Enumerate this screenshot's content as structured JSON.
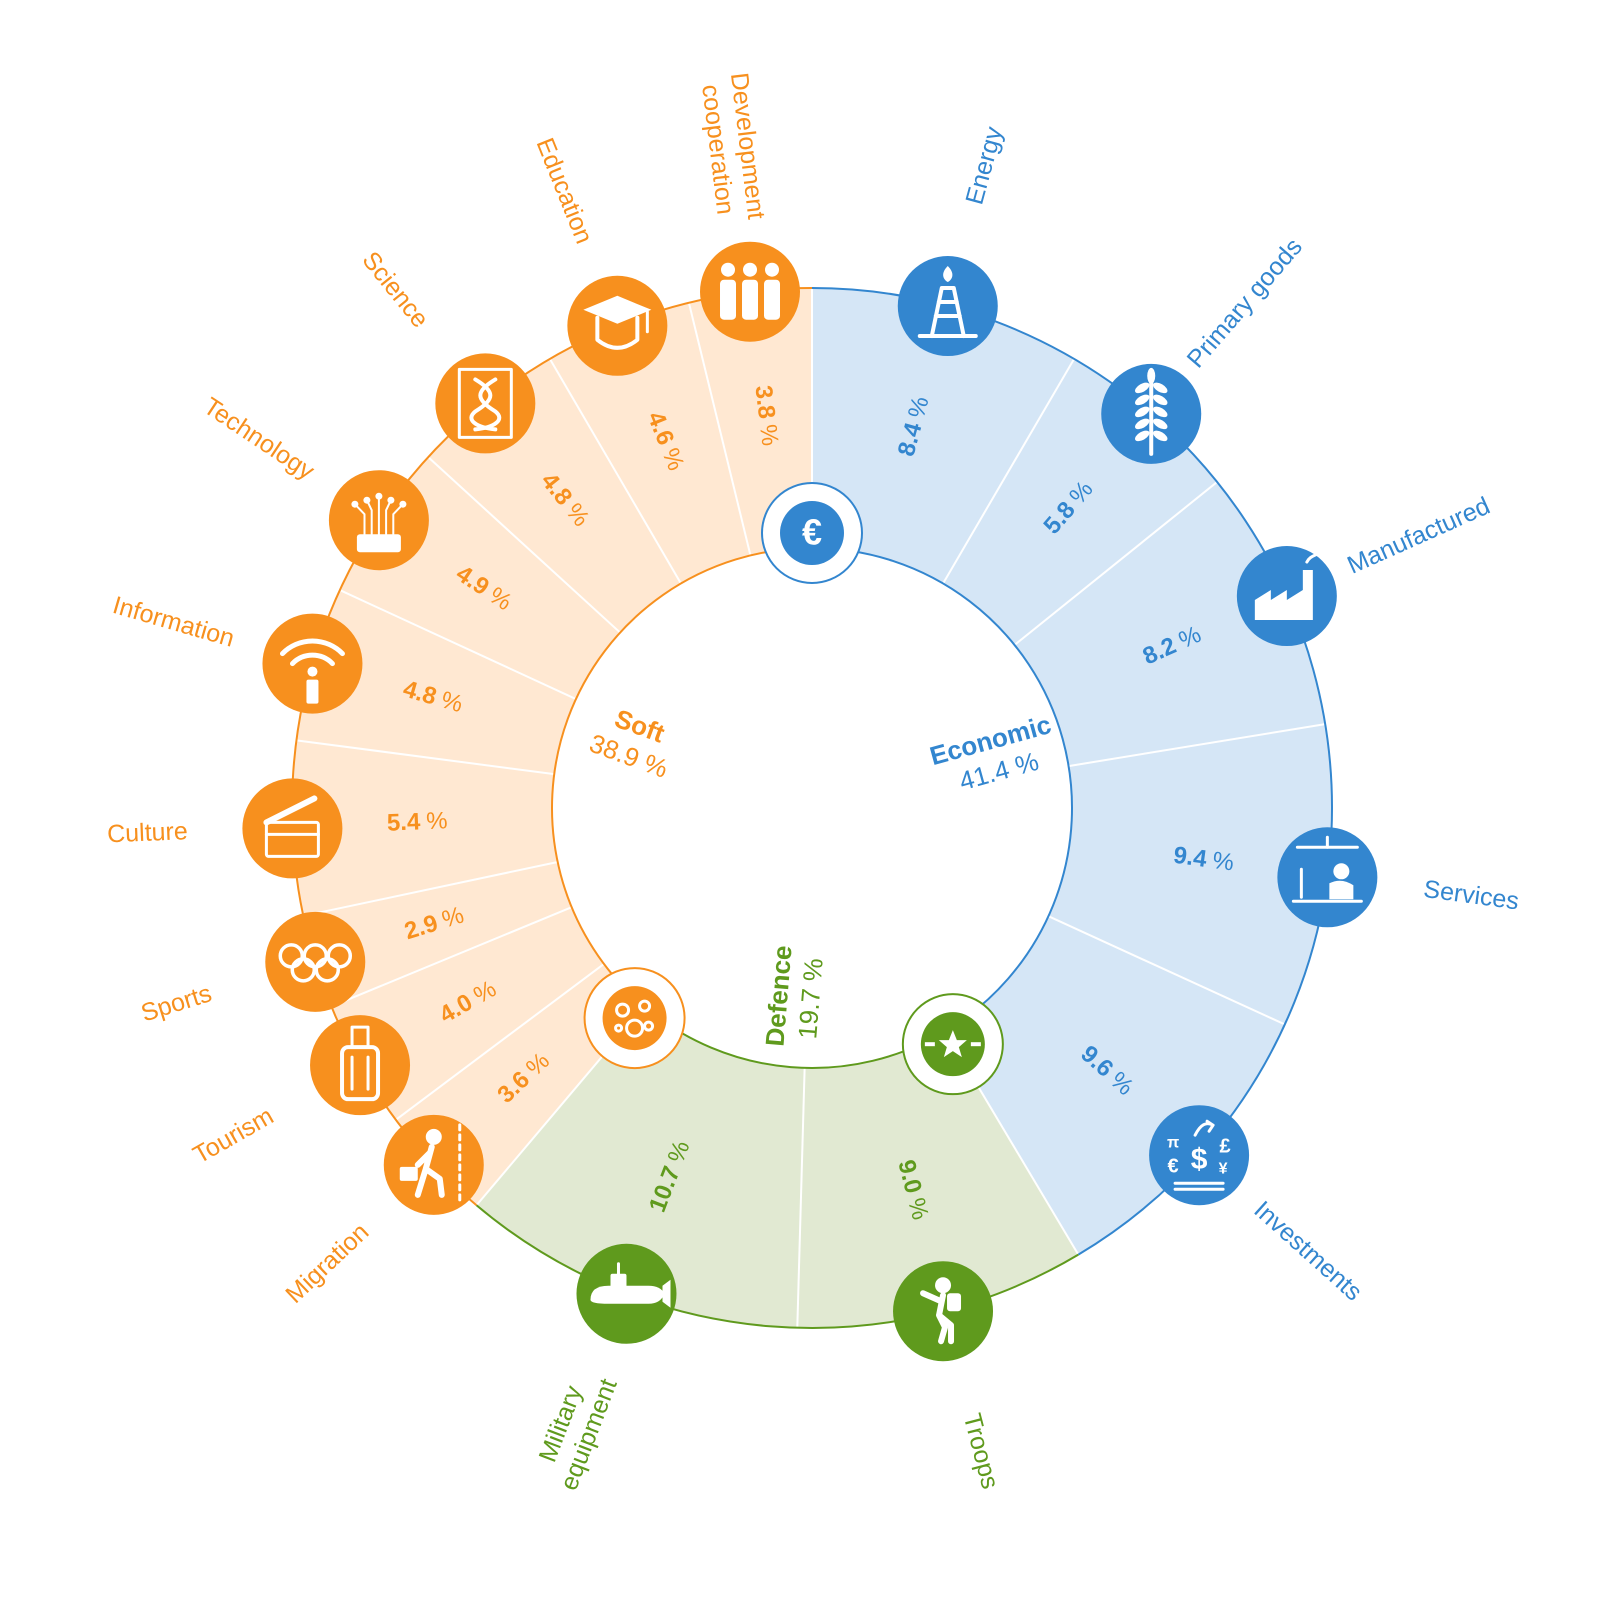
{
  "chart_data": {
    "type": "pie",
    "title": "",
    "groups": [
      {
        "name": "Economic",
        "pct_label": "41.4 %",
        "value": 41.4,
        "color": "#3386cf",
        "fill": "#d5e6f6",
        "icon": "euro-icon"
      },
      {
        "name": "Defence",
        "pct_label": "19.7 %",
        "value": 19.7,
        "color": "#5f9a1d",
        "fill": "#e1e9d2",
        "icon": "military-star-icon"
      },
      {
        "name": "Soft",
        "pct_label": "38.9 %",
        "value": 38.9,
        "color": "#f7901e",
        "fill": "#ffe8d2",
        "icon": "globe-icon"
      }
    ],
    "segments": [
      {
        "label": "Energy",
        "value": 8.4,
        "value_label": "8.4",
        "group": "Economic",
        "icon": "oil-rig-icon"
      },
      {
        "label": "Primary goods",
        "value": 5.8,
        "value_label": "5.8",
        "group": "Economic",
        "icon": "wheat-icon"
      },
      {
        "label": "Manufactured",
        "value": 8.2,
        "value_label": "8.2",
        "group": "Economic",
        "icon": "factory-icon"
      },
      {
        "label": "Services",
        "value": 9.4,
        "value_label": "9.4",
        "group": "Economic",
        "icon": "office-worker-icon"
      },
      {
        "label": "Investments",
        "value": 9.6,
        "value_label": "9.6",
        "group": "Economic",
        "icon": "currency-icon"
      },
      {
        "label": "Troops",
        "value": 9.0,
        "value_label": "9.0",
        "group": "Defence",
        "icon": "soldier-icon"
      },
      {
        "label": "Military equipment",
        "value": 10.7,
        "value_label": "10.7",
        "group": "Defence",
        "icon": "submarine-icon"
      },
      {
        "label": "Migration",
        "value": 3.6,
        "value_label": "3.6",
        "group": "Soft",
        "icon": "migrant-icon"
      },
      {
        "label": "Tourism",
        "value": 4.0,
        "value_label": "4.0",
        "group": "Soft",
        "icon": "suitcase-icon"
      },
      {
        "label": "Sports",
        "value": 2.9,
        "value_label": "2.9",
        "group": "Soft",
        "icon": "olympic-rings-icon"
      },
      {
        "label": "Culture",
        "value": 5.4,
        "value_label": "5.4",
        "group": "Soft",
        "icon": "clapperboard-icon"
      },
      {
        "label": "Information",
        "value": 4.8,
        "value_label": "4.8",
        "group": "Soft",
        "icon": "info-icon"
      },
      {
        "label": "Technology",
        "value": 4.9,
        "value_label": "4.9",
        "group": "Soft",
        "icon": "circuit-icon"
      },
      {
        "label": "Science",
        "value": 4.8,
        "value_label": "4.8",
        "group": "Soft",
        "icon": "dna-icon"
      },
      {
        "label": "Education",
        "value": 4.6,
        "value_label": "4.6",
        "group": "Soft",
        "icon": "graduation-cap-icon"
      },
      {
        "label": "Development cooperation",
        "value": 3.8,
        "value_label": "3.8",
        "group": "Soft",
        "icon": "people-group-icon"
      }
    ],
    "percent_sign": "%"
  }
}
